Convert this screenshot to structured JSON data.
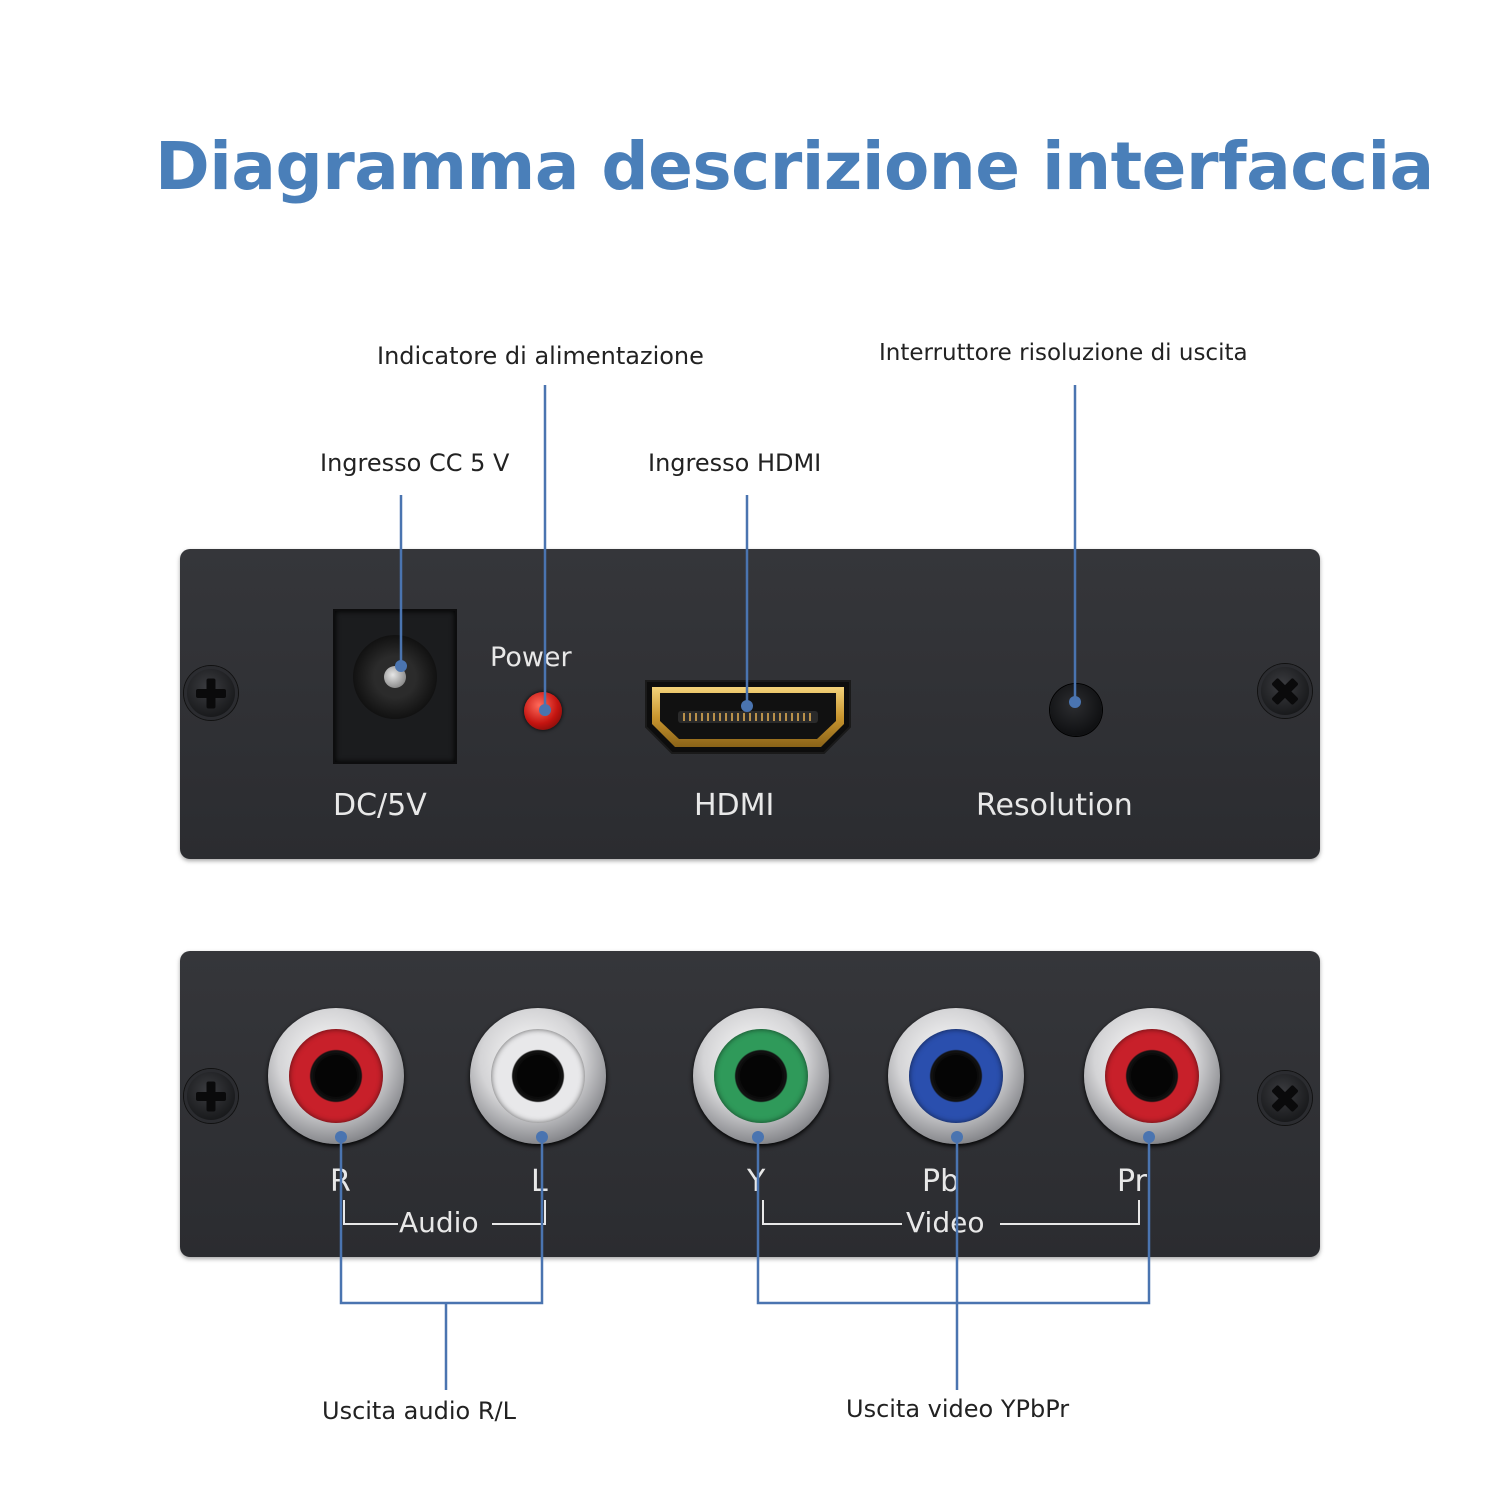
{
  "title": "Diagramma descrizione interfaccia",
  "callouts": {
    "power_indicator": "Indicatore di alimentazione",
    "resolution_switch": "Interruttore risoluzione di uscita",
    "dc_input": "Ingresso CC 5 V",
    "hdmi_input": "Ingresso HDMI",
    "audio_output": "Uscita audio R/L",
    "video_output": "Uscita video YPbPr"
  },
  "front_panel": {
    "power_label": "Power",
    "dc_label": "DC/5V",
    "hdmi_label": "HDMI",
    "resolution_label": "Resolution"
  },
  "back_panel": {
    "jacks": [
      {
        "label": "R",
        "color": "#c8202a"
      },
      {
        "label": "L",
        "color": "#e8e8ea"
      },
      {
        "label": "Y",
        "color": "#2f9a5a"
      },
      {
        "label": "Pb",
        "color": "#2a4fae"
      },
      {
        "label": "Pr",
        "color": "#c8202a"
      }
    ],
    "audio_group_label": "Audio",
    "video_group_label": "Video"
  },
  "colors": {
    "title": "#4a7fb9",
    "leader_line": "#4a74b0",
    "panel": "#303135",
    "panel_text": "#e8e8e8"
  }
}
